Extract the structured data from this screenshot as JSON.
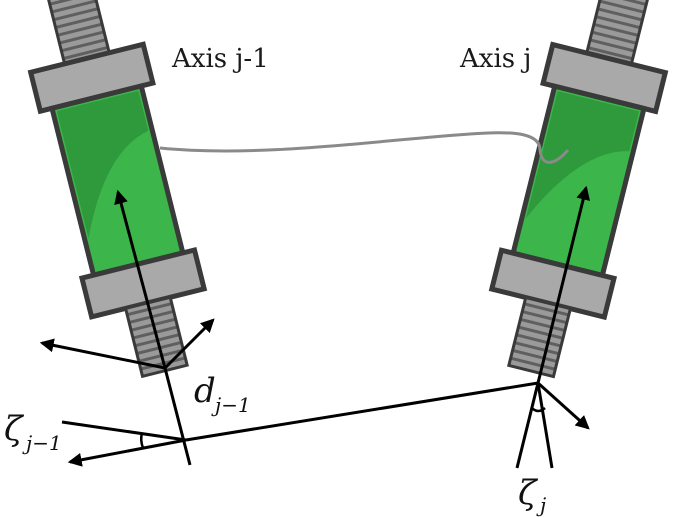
{
  "labels": {
    "axis_left": "Axis j-1",
    "axis_right": "Axis j",
    "d_symbol": "d",
    "d_sub": "j−1",
    "zeta_left_symbol": "ζ",
    "zeta_left_sub": "j−1",
    "zeta_right_symbol": "ζ",
    "zeta_right_sub": "j"
  },
  "colors": {
    "actuator_green": "#3cb54a",
    "actuator_green_dark": "#2e9a3b",
    "actuator_outline": "#3a3a3a",
    "cap_gray": "#a9a9a9",
    "shaft_gray": "#8e8e8e",
    "link_curve": "#8a8a8a",
    "arrow": "#000000"
  }
}
